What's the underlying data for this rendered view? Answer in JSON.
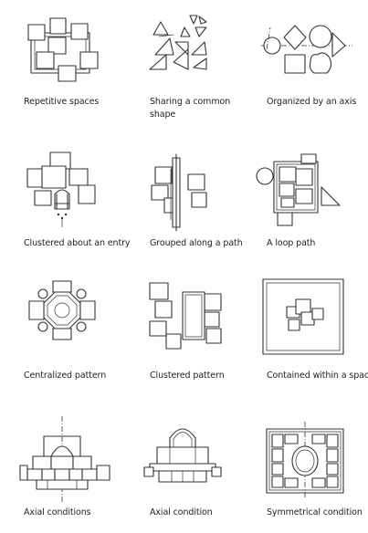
{
  "diagrams": [
    {
      "caption": "Repetitive spaces"
    },
    {
      "caption": "Sharing a common shape"
    },
    {
      "caption": "Organized by an axis"
    },
    {
      "caption": "Clustered about an entry"
    },
    {
      "caption": "Grouped along a path"
    },
    {
      "caption": "A loop path"
    },
    {
      "caption": "Centralized pattern"
    },
    {
      "caption": "Clustered pattern"
    },
    {
      "caption": "Contained within a space"
    },
    {
      "caption": "Axial conditions"
    },
    {
      "caption": "Axial condition"
    },
    {
      "caption": "Symmetrical condition"
    }
  ]
}
